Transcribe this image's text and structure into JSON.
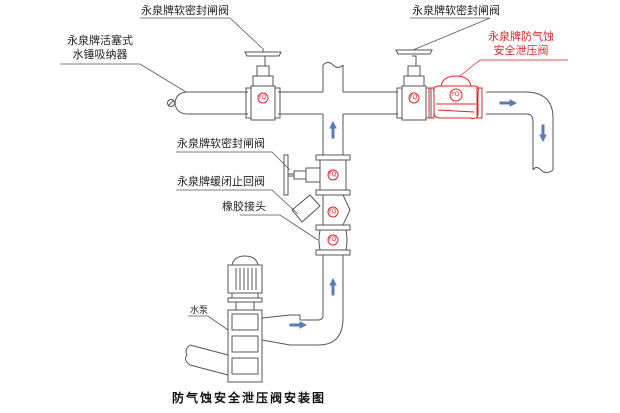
{
  "diagram": {
    "title": "防气蚀安全泄压阀安装图",
    "colors": {
      "line": "#555555",
      "highlight": "#e0232a",
      "arrow": "#5a7ab8",
      "valve_badge": "#e0232a"
    },
    "labels": {
      "gate_valve_top_left": "永泉牌软密封闸阀",
      "gate_valve_top_right": "永泉牌软密封闸阀",
      "water_hammer_arrestor_line1": "永泉牌活塞式",
      "water_hammer_arrestor_line2": "水锤吸纳器",
      "anti_cavitation_valve_line1": "永泉牌防气蚀",
      "anti_cavitation_valve_line2": "安全泄压阀",
      "gate_valve_middle": "永泉牌软密封闸阀",
      "slow_close_check_valve": "永泉牌缓闭止回阀",
      "rubber_joint": "橡胶接头",
      "pump": "水泵"
    },
    "badges": {
      "valve": "YQ"
    }
  }
}
